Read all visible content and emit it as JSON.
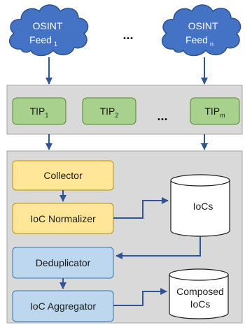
{
  "colors": {
    "cloud_fill": "#4472c4",
    "cloud_stroke": "#2f528f",
    "panel_fill": "#d9d9d9",
    "panel_stroke": "#a6a6a6",
    "tip_fill": "#a9d18e",
    "tip_stroke": "#538135",
    "yellow_fill": "#ffe699",
    "yellow_stroke": "#bf9000",
    "blue_fill": "#bdd7ee",
    "blue_stroke": "#2e75b6",
    "arrow": "#2f5597"
  },
  "feeds": [
    {
      "line1": "OSINT",
      "line2": "Feed",
      "sub": "1"
    },
    {
      "line1": "OSINT",
      "line2": "Feed",
      "sub": "n"
    }
  ],
  "feeds_ellipsis": "...",
  "tips": [
    {
      "label": "TIP",
      "sub": "1"
    },
    {
      "label": "TIP",
      "sub": "2"
    },
    {
      "label": "TIP",
      "sub": "m"
    }
  ],
  "tips_ellipsis": "...",
  "pipeline": {
    "collector": "Collector",
    "normalizer": "IoC Normalizer",
    "deduplicator": "Deduplicator",
    "aggregator": "IoC Aggregator"
  },
  "stores": {
    "iocs": "IoCs",
    "composed_line1": "Composed",
    "composed_line2": "IoCs"
  }
}
